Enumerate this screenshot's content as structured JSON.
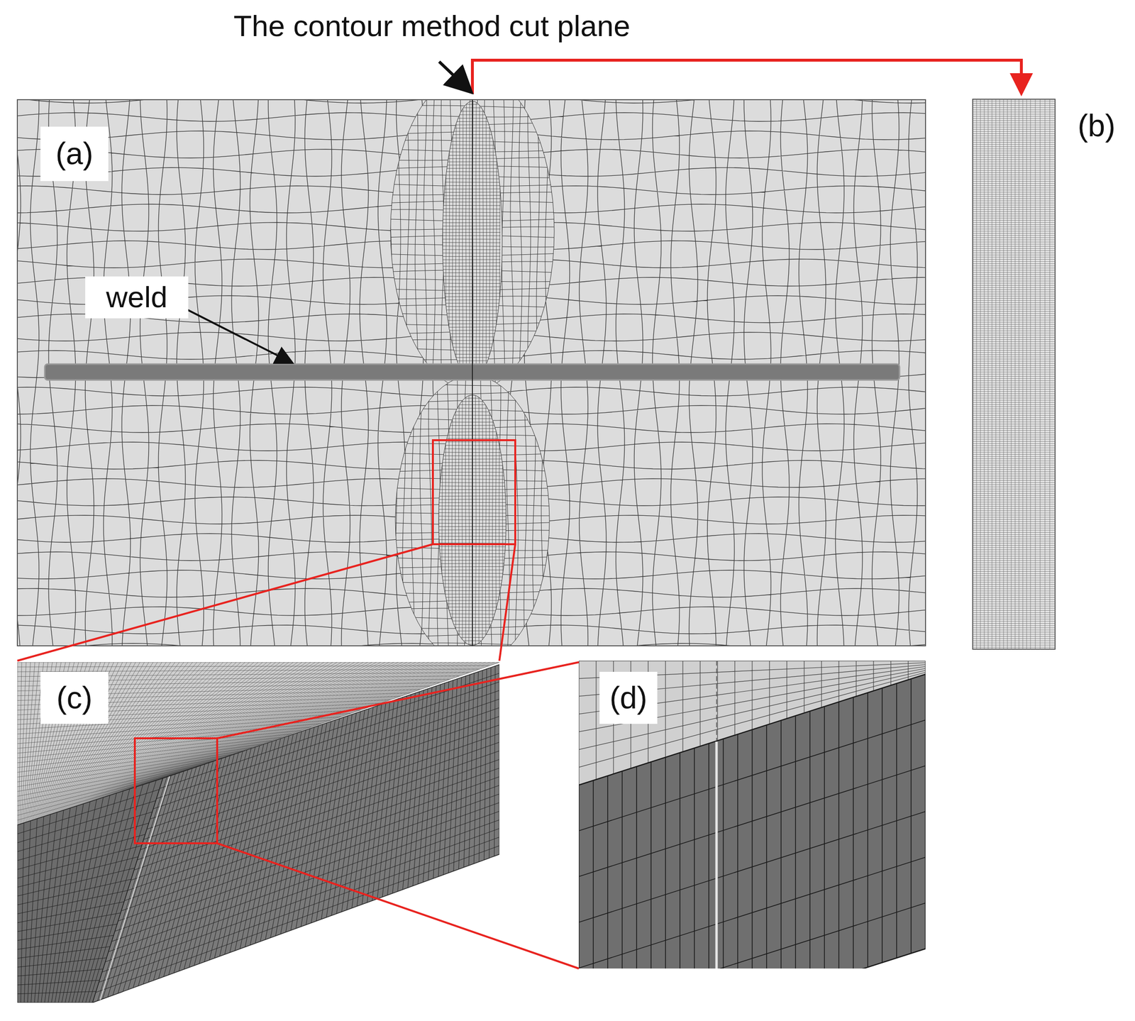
{
  "diagram": {
    "labels": [
      "The contour method cut plane",
      "(a)",
      "weld",
      "(b)",
      "(c)",
      "(d)"
    ]
  }
}
